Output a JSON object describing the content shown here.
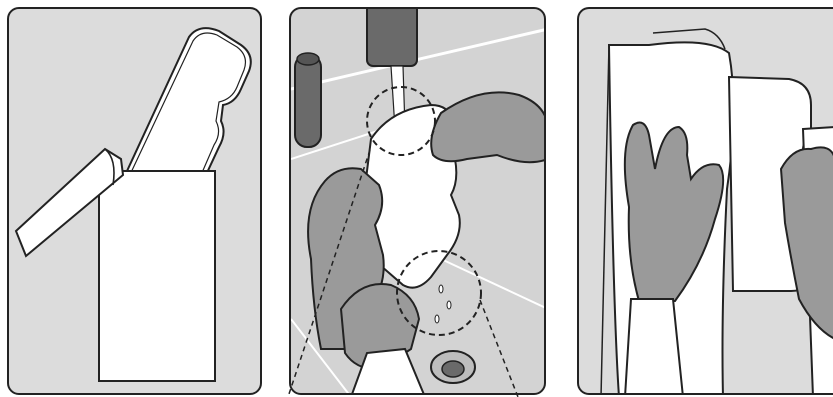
{
  "figure": {
    "panels": [
      {
        "id": "step-1",
        "subject": "pouch-opening"
      },
      {
        "id": "step-2",
        "subject": "rinsing-under-tap"
      },
      {
        "id": "step-3",
        "subject": "drying-with-towel"
      }
    ],
    "icons": [
      "pouch-icon",
      "liner-icon",
      "faucet-icon",
      "gloved-hand-icon",
      "drain-icon",
      "towel-icon",
      "magnify-circle-icon"
    ],
    "colors": {
      "panel_bg": "#dcdcdc",
      "outline": "#222222",
      "glove": "#9a9a9a",
      "glove_dark": "#7f7f7f",
      "faucet": "#666666",
      "paper": "#ffffff"
    }
  }
}
